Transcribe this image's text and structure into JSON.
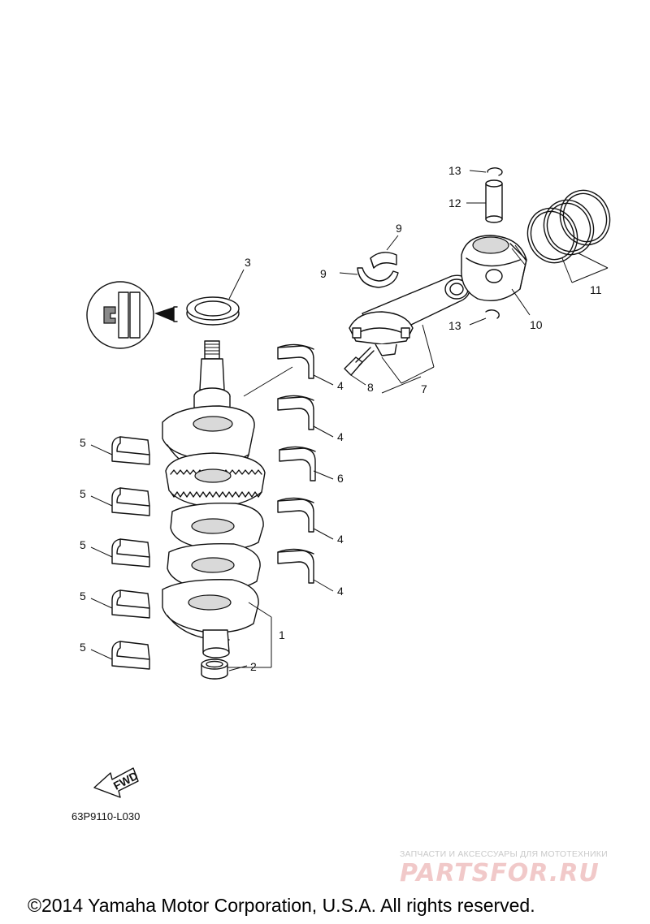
{
  "callouts": [
    {
      "id": "c1",
      "text": "1"
    },
    {
      "id": "c2",
      "text": "2"
    },
    {
      "id": "c3",
      "text": "3"
    },
    {
      "id": "c4a",
      "text": "4"
    },
    {
      "id": "c4b",
      "text": "4"
    },
    {
      "id": "c4c",
      "text": "4"
    },
    {
      "id": "c4d",
      "text": "4"
    },
    {
      "id": "c5a",
      "text": "5"
    },
    {
      "id": "c5b",
      "text": "5"
    },
    {
      "id": "c5c",
      "text": "5"
    },
    {
      "id": "c5d",
      "text": "5"
    },
    {
      "id": "c5e",
      "text": "5"
    },
    {
      "id": "c6",
      "text": "6"
    },
    {
      "id": "c7",
      "text": "7"
    },
    {
      "id": "c8",
      "text": "8"
    },
    {
      "id": "c9a",
      "text": "9"
    },
    {
      "id": "c9b",
      "text": "9"
    },
    {
      "id": "c10",
      "text": "10"
    },
    {
      "id": "c11",
      "text": "11"
    },
    {
      "id": "c12",
      "text": "12"
    },
    {
      "id": "c13a",
      "text": "13"
    },
    {
      "id": "c13b",
      "text": "13"
    }
  ],
  "fwd_label": "FWD",
  "drawing_code": "63P9110-L030",
  "copyright": "©2014 Yamaha Motor Corporation, U.S.A. All rights reserved.",
  "watermark": {
    "subtitle": "ЗАПЧАСТИ И АКСЕССУАРЫ ДЛЯ МОТОТЕХНИКИ",
    "brand": "PARTSFOR.RU"
  }
}
